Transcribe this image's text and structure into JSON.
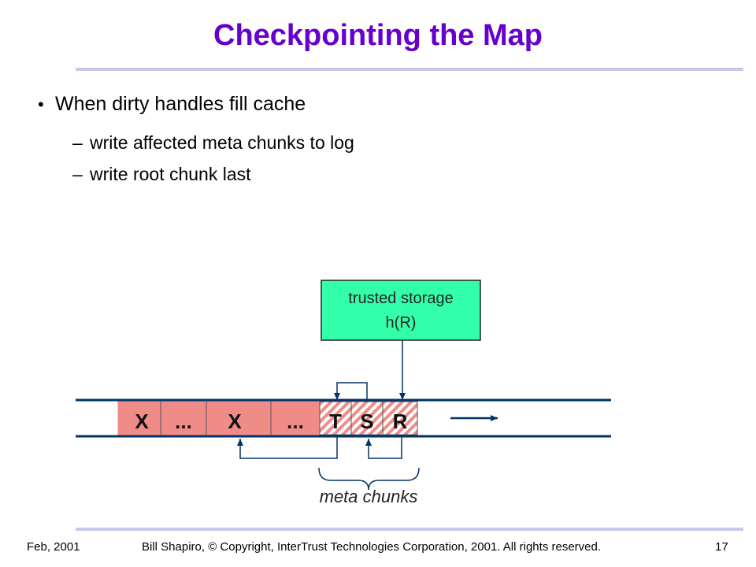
{
  "slide": {
    "title": "Checkpointing the Map",
    "bullets": [
      {
        "text": "When dirty handles fill cache",
        "subs": [
          "write affected meta chunks to log",
          "write root chunk last"
        ]
      }
    ]
  },
  "diagram": {
    "trusted_box": {
      "line1": "trusted storage",
      "line2": "h(R)",
      "fill": "#33ffaa"
    },
    "log_cells": [
      "X",
      "...",
      "X",
      "...",
      "T",
      "S",
      "R"
    ],
    "cell_fill": "#f08c88",
    "meta_label": "meta chunks"
  },
  "footer": {
    "date": "Feb, 2001",
    "copyright": "Bill Shapiro, © Copyright, InterTrust Technologies Corporation, 2001. All rights reserved.",
    "page_number": "17"
  }
}
